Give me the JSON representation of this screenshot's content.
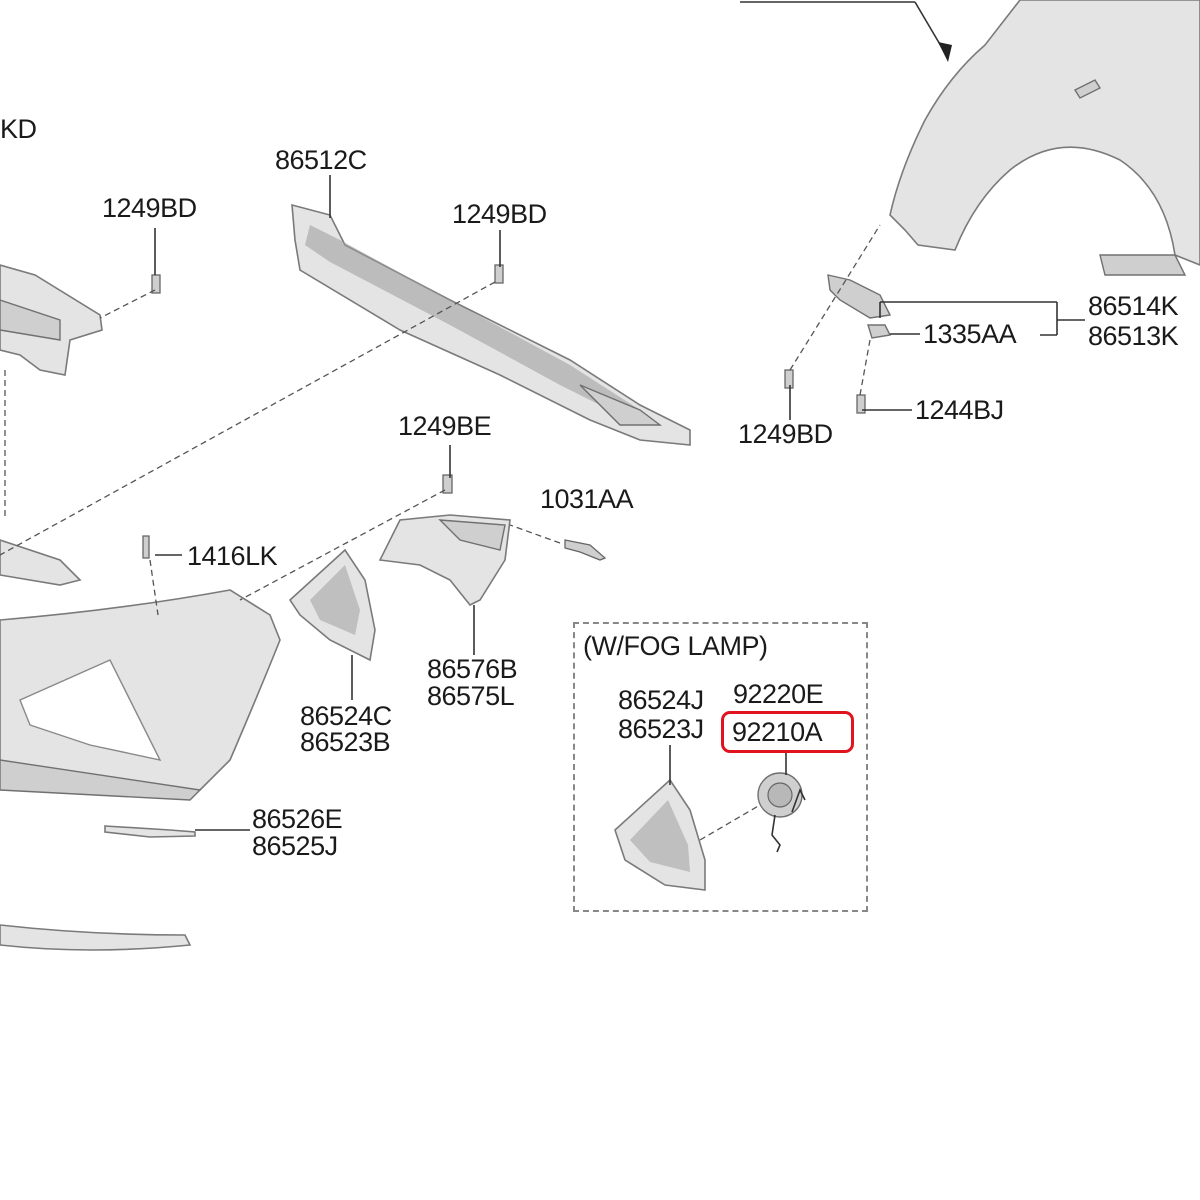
{
  "labels": {
    "kd_partial": "KD",
    "p86512C": "86512C",
    "p1249BD_left": "1249BD",
    "p1249BD_mid": "1249BD",
    "p86514K": "86514K",
    "p86513K": "86513K",
    "p1335AA": "1335AA",
    "p1244BJ": "1244BJ",
    "p1249BD_right": "1249BD",
    "p1249BE": "1249BE",
    "p1031AA": "1031AA",
    "p1416LK": "1416LK",
    "p86576B": "86576B",
    "p86575L": "86575L",
    "p86524C": "86524C",
    "p86523B": "86523B",
    "p86526E": "86526E",
    "p86525J": "86525J",
    "fog_lamp_title": "(W/FOG LAMP)",
    "p86524J": "86524J",
    "p86523J": "86523J",
    "p92220E": "92220E",
    "p92210A": "92210A"
  },
  "highlighted_part": "92210A",
  "colors": {
    "highlight": "#e0141e",
    "part_fill": "#e4e4e4",
    "line": "#333333"
  }
}
